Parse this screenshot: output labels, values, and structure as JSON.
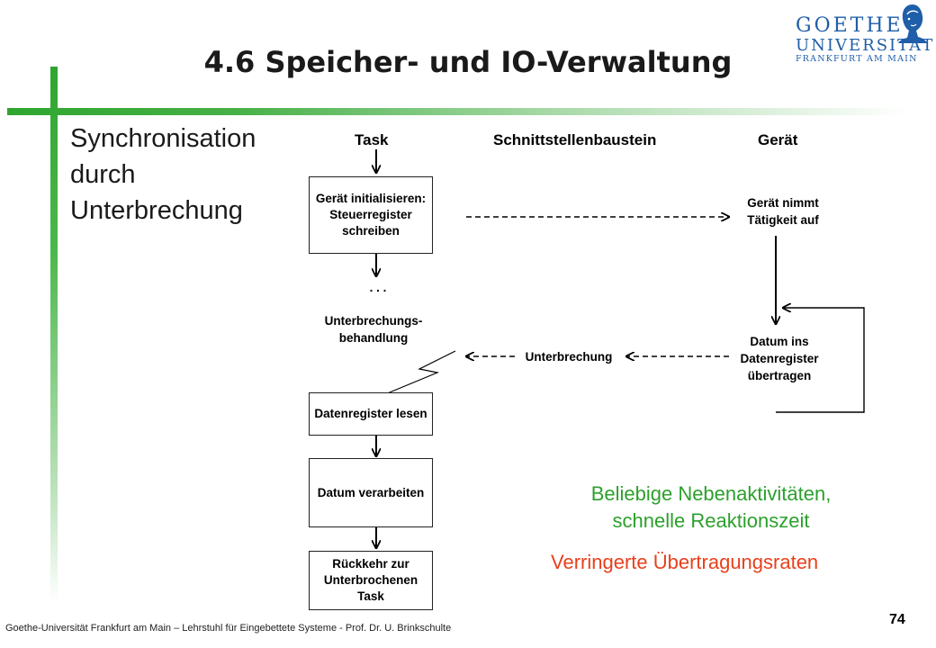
{
  "slide": {
    "title": "4.6 Speicher- und IO-Verwaltung",
    "subtitle_lines": [
      "Synchronisation",
      "durch",
      "Unterbrechung"
    ],
    "footer": "Goethe-Universität Frankfurt am Main – Lehrstuhl für Eingebettete Systeme - Prof. Dr. U. Brinkschulte",
    "page_number": "74"
  },
  "logo": {
    "line1": "GOETHE",
    "line2": "UNIVERSITÄT",
    "line3": "FRANKFURT AM MAIN",
    "color": "#1f5ea8"
  },
  "diagram": {
    "columns": [
      "Task",
      "Schnittstellenbaustein",
      "Gerät"
    ],
    "task_boxes": [
      "Gerät initialisieren: Steuerregister schreiben",
      "Datenregister lesen",
      "Datum verarbeiten",
      "Rückkehr zur Unterbrochenen Task"
    ],
    "ellipsis": ". . .",
    "handler_label": "Unterbrechungs-behandlung",
    "device_start_label": "Gerät nimmt Tätigkeit auf",
    "device_transfer_label": "Datum ins Datenregister übertragen",
    "interrupt_label": "Unterbrechung"
  },
  "notes": {
    "benefit": "Beliebige Nebenaktivitäten, schnelle Reaktionszeit",
    "drawback": "Verringerte Übertragungsraten"
  },
  "colors": {
    "accent_green": "#2fa52f",
    "note_green": "#2da02d",
    "note_red": "#e8401c"
  }
}
